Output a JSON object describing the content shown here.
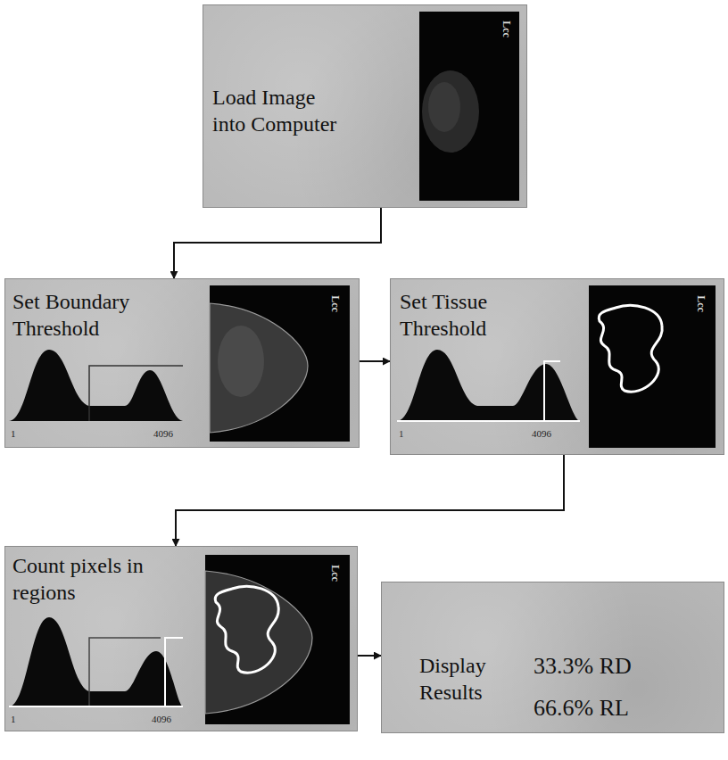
{
  "diagram": {
    "nodes": [
      {
        "text": [
          "Load Image into Computer"
        ]
      },
      {
        "text": [
          "Set Boundary Threshold"
        ]
      },
      {
        "text": [
          "Set Tissue Threshold"
        ]
      },
      {
        "text": [
          "Count pixels in regions"
        ]
      },
      {
        "text": [
          "Display Results",
          "33.3% RD",
          "66.6% RL"
        ]
      }
    ],
    "edges": [
      {
        "from": 0,
        "to": 1,
        "arrow": "to"
      },
      {
        "from": 1,
        "to": 2,
        "arrow": "to"
      },
      {
        "from": 2,
        "to": 3,
        "arrow": "to"
      },
      {
        "from": 3,
        "to": 4,
        "arrow": "to"
      }
    ],
    "labels": [
      "Lcc",
      "Lcc",
      "1",
      "4096",
      "Lcc",
      "1",
      "4096",
      "Lcc",
      "1",
      "4096"
    ]
  }
}
